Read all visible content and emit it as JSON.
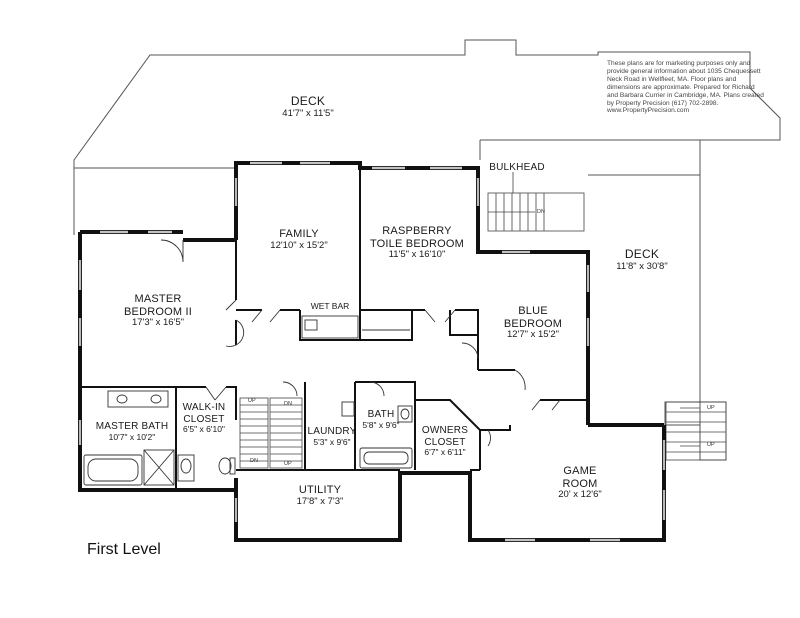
{
  "disclaimer": "These plans are for marketing purposes only and provide general information about 1035 Chequessett Neck Road in Wellfleet, MA. Floor plans and dimensions are approximate. Prepared for Richard and Barbara Currier in Cambridge, MA. Plans created by Property Precision (617) 702-2898. www.PropertyPrecision.com",
  "level_title": "First Level",
  "rooms": {
    "deck_top": {
      "name": "DECK",
      "dim": "41'7\" x 11'5\""
    },
    "deck_right": {
      "name": "DECK",
      "dim": "11'8\" x 30'8\""
    },
    "bulkhead": {
      "name": "BULKHEAD"
    },
    "family": {
      "name": "FAMILY",
      "dim": "12'10\" x 15'2\""
    },
    "raspberry": {
      "name1": "RASPBERRY",
      "name2": "TOILE BEDROOM",
      "dim": "11'5\" x 16'10\""
    },
    "master_bedroom": {
      "name1": "MASTER",
      "name2": "BEDROOM II",
      "dim": "17'3\" x 16'5\""
    },
    "wet_bar": {
      "name": "WET BAR"
    },
    "blue_bedroom": {
      "name1": "BLUE",
      "name2": "BEDROOM",
      "dim": "12'7\" x 15'2\""
    },
    "master_bath": {
      "name": "MASTER BATH",
      "dim": "10'7\" x 10'2\""
    },
    "walk_in": {
      "name1": "WALK-IN",
      "name2": "CLOSET",
      "dim": "6'5\" x 6'10\""
    },
    "laundry": {
      "name": "LAUNDRY",
      "dim": "5'3\" x 9'6\""
    },
    "bath": {
      "name": "BATH",
      "dim": "5'8\" x 9'6\""
    },
    "owners_closet": {
      "name1": "OWNERS",
      "name2": "CLOSET",
      "dim": "6'7\" x 6'11\""
    },
    "game_room": {
      "name1": "GAME",
      "name2": "ROOM",
      "dim": "20' x 12'6\""
    },
    "utility": {
      "name": "UTILITY",
      "dim": "17'8\" x 7'3\""
    }
  },
  "stair_marks": {
    "up": "UP",
    "dn": "DN"
  }
}
